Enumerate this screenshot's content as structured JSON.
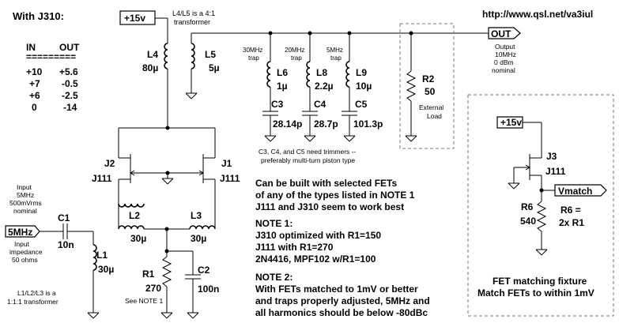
{
  "header": {
    "url": "http://www.qsl.net/va3iul",
    "table_title": "With J310:",
    "col_in": "IN",
    "col_out": "OUT",
    "rule": "=========",
    "rows": [
      {
        "in": "+10",
        "out": "+5.6"
      },
      {
        "in": "+7",
        "out": "-0.5"
      },
      {
        "in": "+6",
        "out": "-2.5"
      },
      {
        "in": "0",
        "out": "-14"
      }
    ]
  },
  "ports": {
    "vcc": "+15v",
    "vcc2": "+15v",
    "out": "OUT",
    "in": "5MHz",
    "vmatch": "Vmatch"
  },
  "components": {
    "L4": {
      "ref": "L4",
      "value": "80µ"
    },
    "L5": {
      "ref": "L5",
      "value": "5µ"
    },
    "L4L5_note": [
      "L4/L5 is a 4:1",
      "transformer"
    ],
    "L6": {
      "ref": "L6",
      "value": "1µ",
      "trap": [
        "30MHz",
        "trap"
      ]
    },
    "L8": {
      "ref": "L8",
      "value": "2.2µ",
      "trap": [
        "20MHz",
        "trap"
      ]
    },
    "L9": {
      "ref": "L9",
      "value": "10µ",
      "trap": [
        "5MHz",
        "trap"
      ]
    },
    "C3": {
      "ref": "C3",
      "value": "28.14p"
    },
    "C4": {
      "ref": "C4",
      "value": "28.7p"
    },
    "C5": {
      "ref": "C5",
      "value": "101.3p"
    },
    "trimmer_note": [
      "C3, C4, and C5 need trimmers --",
      "preferably multi-turn piston type"
    ],
    "R2": {
      "ref": "R2",
      "value": "50",
      "note": [
        "External",
        "Load"
      ]
    },
    "output_note": [
      "Output",
      "10MHz",
      "0 dBm",
      "nominal"
    ],
    "J2": {
      "ref": "J2",
      "type": "J111"
    },
    "J1": {
      "ref": "J1",
      "type": "J111"
    },
    "L2": {
      "ref": "L2",
      "value": "30µ"
    },
    "L3": {
      "ref": "L3",
      "value": "30µ"
    },
    "R1": {
      "ref": "R1",
      "value": "270",
      "note": "See NOTE 1"
    },
    "C2": {
      "ref": "C2",
      "value": "100n"
    },
    "C1": {
      "ref": "C1",
      "value": "10n"
    },
    "L1": {
      "ref": "L1",
      "value": "30µ"
    },
    "input_note": [
      "Input",
      "5MHz",
      "500mVrms",
      "nominal"
    ],
    "impedance_note": [
      "Input",
      "impedance",
      "50 ohms"
    ],
    "L1L2L3_note": [
      "L1/L2/L3 is a",
      "1:1:1 transformer"
    ],
    "J3": {
      "ref": "J3",
      "type": "J111"
    },
    "R6": {
      "ref": "R6",
      "value": "540",
      "formula": [
        "R6 =",
        "2x R1"
      ]
    }
  },
  "notes": {
    "fets": [
      "Can be built with selected FETs",
      "of any of the types listed in NOTE 1",
      "J111 and J310 seem to work best"
    ],
    "note1_title": "NOTE 1:",
    "note1": [
      "J310 optimized with R1=150",
      "J111 with R1=270",
      "2N4416, MPF102 w/R1=100"
    ],
    "note2_title": "NOTE 2:",
    "note2": [
      "With FETs matched to 1mV or better",
      "and traps properly adjusted, 5MHz and",
      "all harmonics should be below -80dBc"
    ],
    "fixture": [
      "FET matching fixture",
      "Match FETs to within 1mV"
    ]
  }
}
